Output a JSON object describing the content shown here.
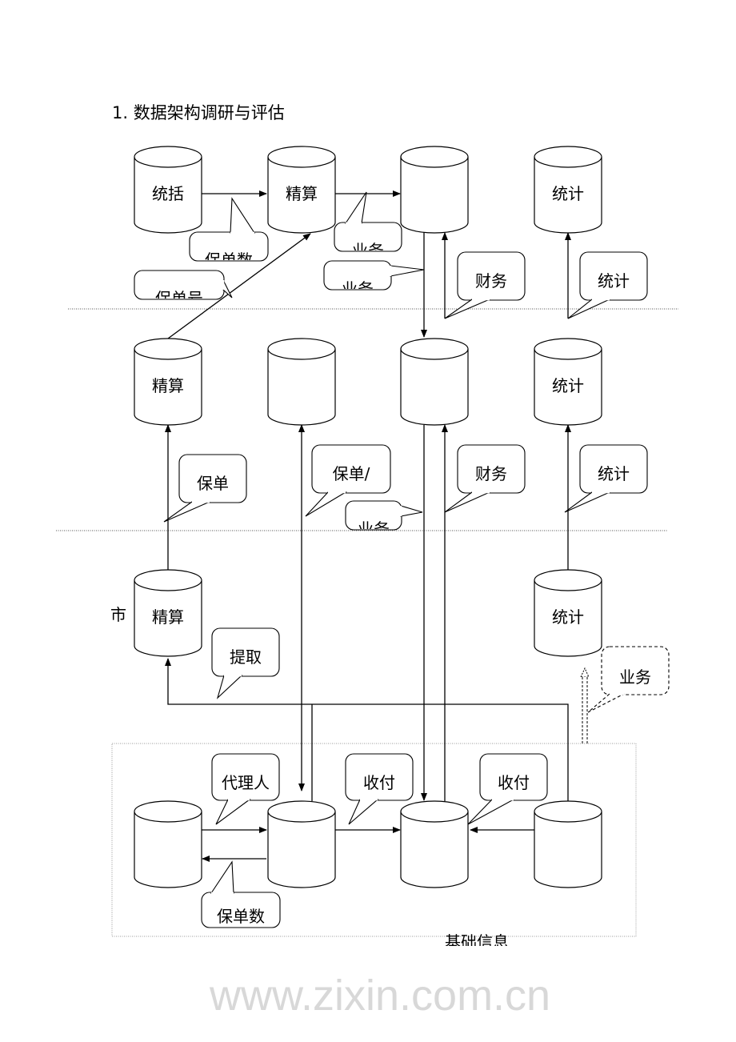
{
  "title": "1. 数据架构调研与评估",
  "watermark": "www.zixin.com.cn",
  "cylinders": {
    "r1c1": "统括",
    "r1c2": "精算",
    "r1c3": "",
    "r1c4": "统计",
    "r2c1": "精算",
    "r2c2": "",
    "r2c3": "",
    "r2c4": "统计",
    "r3c1": "精算",
    "r3c4": "统计"
  },
  "callouts": {
    "r1_baodan": "保单数",
    "r1_yewu": "业务",
    "r1_baodan2": "保单号",
    "r1_yewu2": "业务",
    "r1_caiwu": "财务",
    "r1_tongji": "统计",
    "r2_baodan": "保单",
    "r2_baodan_slash": "保单/",
    "r2_yewu": "业务",
    "r2_caiwu": "财务",
    "r2_tongji": "统计",
    "tiqu": "提取",
    "yewu_dashed": "业务",
    "dailiren": "代理人",
    "shoufu1": "收付",
    "shoufu2": "收付",
    "baodanshu": "保单数"
  },
  "labels": {
    "market": "市",
    "base_info": "基础信息"
  },
  "colors": {
    "line": "#000000",
    "watermark": "#d8d8d8"
  }
}
